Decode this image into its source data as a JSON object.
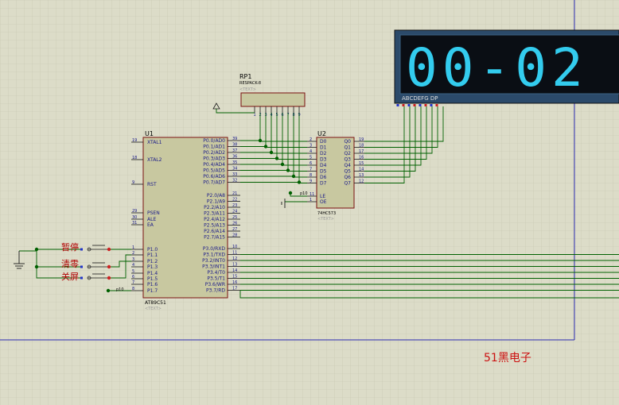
{
  "rp1": {
    "ref": "RP1",
    "part": "RESPACK-8",
    "text": "<TEXT>",
    "pins": [
      "1",
      "2",
      "3",
      "4",
      "5",
      "6",
      "7",
      "8",
      "9"
    ]
  },
  "u1": {
    "ref": "U1",
    "part": "AT89C51",
    "text": "<TEXT>",
    "left_pins": [
      {
        "num": "19",
        "name": "XTAL1"
      },
      {
        "num": "18",
        "name": "XTAL2"
      },
      {
        "num": "9",
        "name": "RST"
      },
      {
        "num": "29",
        "name": "PSEN"
      },
      {
        "num": "30",
        "name": "ALE"
      },
      {
        "num": "31",
        "name": "EA"
      },
      {
        "num": "1",
        "name": "P1.0"
      },
      {
        "num": "2",
        "name": "P1.1"
      },
      {
        "num": "3",
        "name": "P1.2"
      },
      {
        "num": "4",
        "name": "P1.3"
      },
      {
        "num": "5",
        "name": "P1.4"
      },
      {
        "num": "6",
        "name": "P1.5"
      },
      {
        "num": "7",
        "name": "P1.6"
      },
      {
        "num": "8",
        "name": "P1.7"
      }
    ],
    "right_pins_p0": [
      {
        "num": "39",
        "name": "P0.0/AD0"
      },
      {
        "num": "38",
        "name": "P0.1/AD1"
      },
      {
        "num": "37",
        "name": "P0.2/AD2"
      },
      {
        "num": "36",
        "name": "P0.3/AD3"
      },
      {
        "num": "35",
        "name": "P0.4/AD4"
      },
      {
        "num": "34",
        "name": "P0.5/AD5"
      },
      {
        "num": "33",
        "name": "P0.6/AD6"
      },
      {
        "num": "32",
        "name": "P0.7/AD7"
      }
    ],
    "right_pins_p2": [
      {
        "num": "21",
        "name": "P2.0/A8"
      },
      {
        "num": "22",
        "name": "P2.1/A9"
      },
      {
        "num": "23",
        "name": "P2.2/A10"
      },
      {
        "num": "24",
        "name": "P2.3/A11"
      },
      {
        "num": "25",
        "name": "P2.4/A12"
      },
      {
        "num": "26",
        "name": "P2.5/A13"
      },
      {
        "num": "27",
        "name": "P2.6/A14"
      },
      {
        "num": "28",
        "name": "P2.7/A15"
      }
    ],
    "right_pins_p3": [
      {
        "num": "10",
        "name": "P3.0/RXD"
      },
      {
        "num": "11",
        "name": "P3.1/TXD"
      },
      {
        "num": "12",
        "name": "P3.2/INT0"
      },
      {
        "num": "13",
        "name": "P3.3/INT1"
      },
      {
        "num": "14",
        "name": "P3.4/T0"
      },
      {
        "num": "15",
        "name": "P3.5/T1"
      },
      {
        "num": "16",
        "name": "P3.6/WR"
      },
      {
        "num": "17",
        "name": "P3.7/RD"
      }
    ]
  },
  "u2": {
    "ref": "U2",
    "part": "74HC573",
    "text": "<TEXT>",
    "d_pins": [
      {
        "num": "2",
        "name": "D0"
      },
      {
        "num": "3",
        "name": "D1"
      },
      {
        "num": "4",
        "name": "D2"
      },
      {
        "num": "5",
        "name": "D3"
      },
      {
        "num": "6",
        "name": "D4"
      },
      {
        "num": "7",
        "name": "D5"
      },
      {
        "num": "8",
        "name": "D6"
      },
      {
        "num": "9",
        "name": "D7"
      }
    ],
    "q_pins": [
      {
        "num": "19",
        "name": "Q0"
      },
      {
        "num": "18",
        "name": "Q1"
      },
      {
        "num": "17",
        "name": "Q2"
      },
      {
        "num": "16",
        "name": "Q3"
      },
      {
        "num": "15",
        "name": "Q4"
      },
      {
        "num": "14",
        "name": "Q5"
      },
      {
        "num": "13",
        "name": "Q6"
      },
      {
        "num": "12",
        "name": "Q7"
      }
    ],
    "ctrl_pins": [
      {
        "num": "11",
        "name": "LE"
      },
      {
        "num": "1",
        "name": "OE"
      }
    ]
  },
  "net_label": "p10",
  "display": {
    "value": "00-02",
    "pin_labels": "ABCDEFG DP",
    "color": "#33ccee"
  },
  "buttons": [
    {
      "label": "暂停"
    },
    {
      "label": "清零"
    },
    {
      "label": "关屏"
    }
  ],
  "watermark": "51黑电子"
}
